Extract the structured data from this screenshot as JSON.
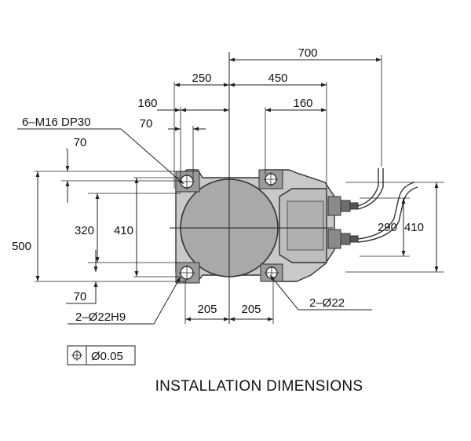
{
  "title": "INSTALLATION DIMENSIONS",
  "dimensions": {
    "overall_width": "700",
    "width_450": "450",
    "width_250": "250",
    "left_160": "160",
    "right_160": "160",
    "hole_70_top": "70",
    "thread_callout": "6–M16 DP30",
    "left_offset_70": "70",
    "height_500": "500",
    "height_320": "320",
    "height_410_left": "410",
    "offset_70_bottom": "70",
    "span_205_left": "205",
    "span_205_right": "205",
    "hole_callout": "2–Ø22",
    "pin_callout": "2–Ø22H9",
    "connector_290": "290",
    "height_410_right": "410"
  },
  "tolerance_frame": {
    "symbol": "position-icon",
    "value": "Ø0.05"
  },
  "colors": {
    "line": "#222222",
    "body_fill": "#c9c9c9",
    "disc_fill": "#a9a9a9",
    "connector_fill": "#bdbdbd"
  }
}
